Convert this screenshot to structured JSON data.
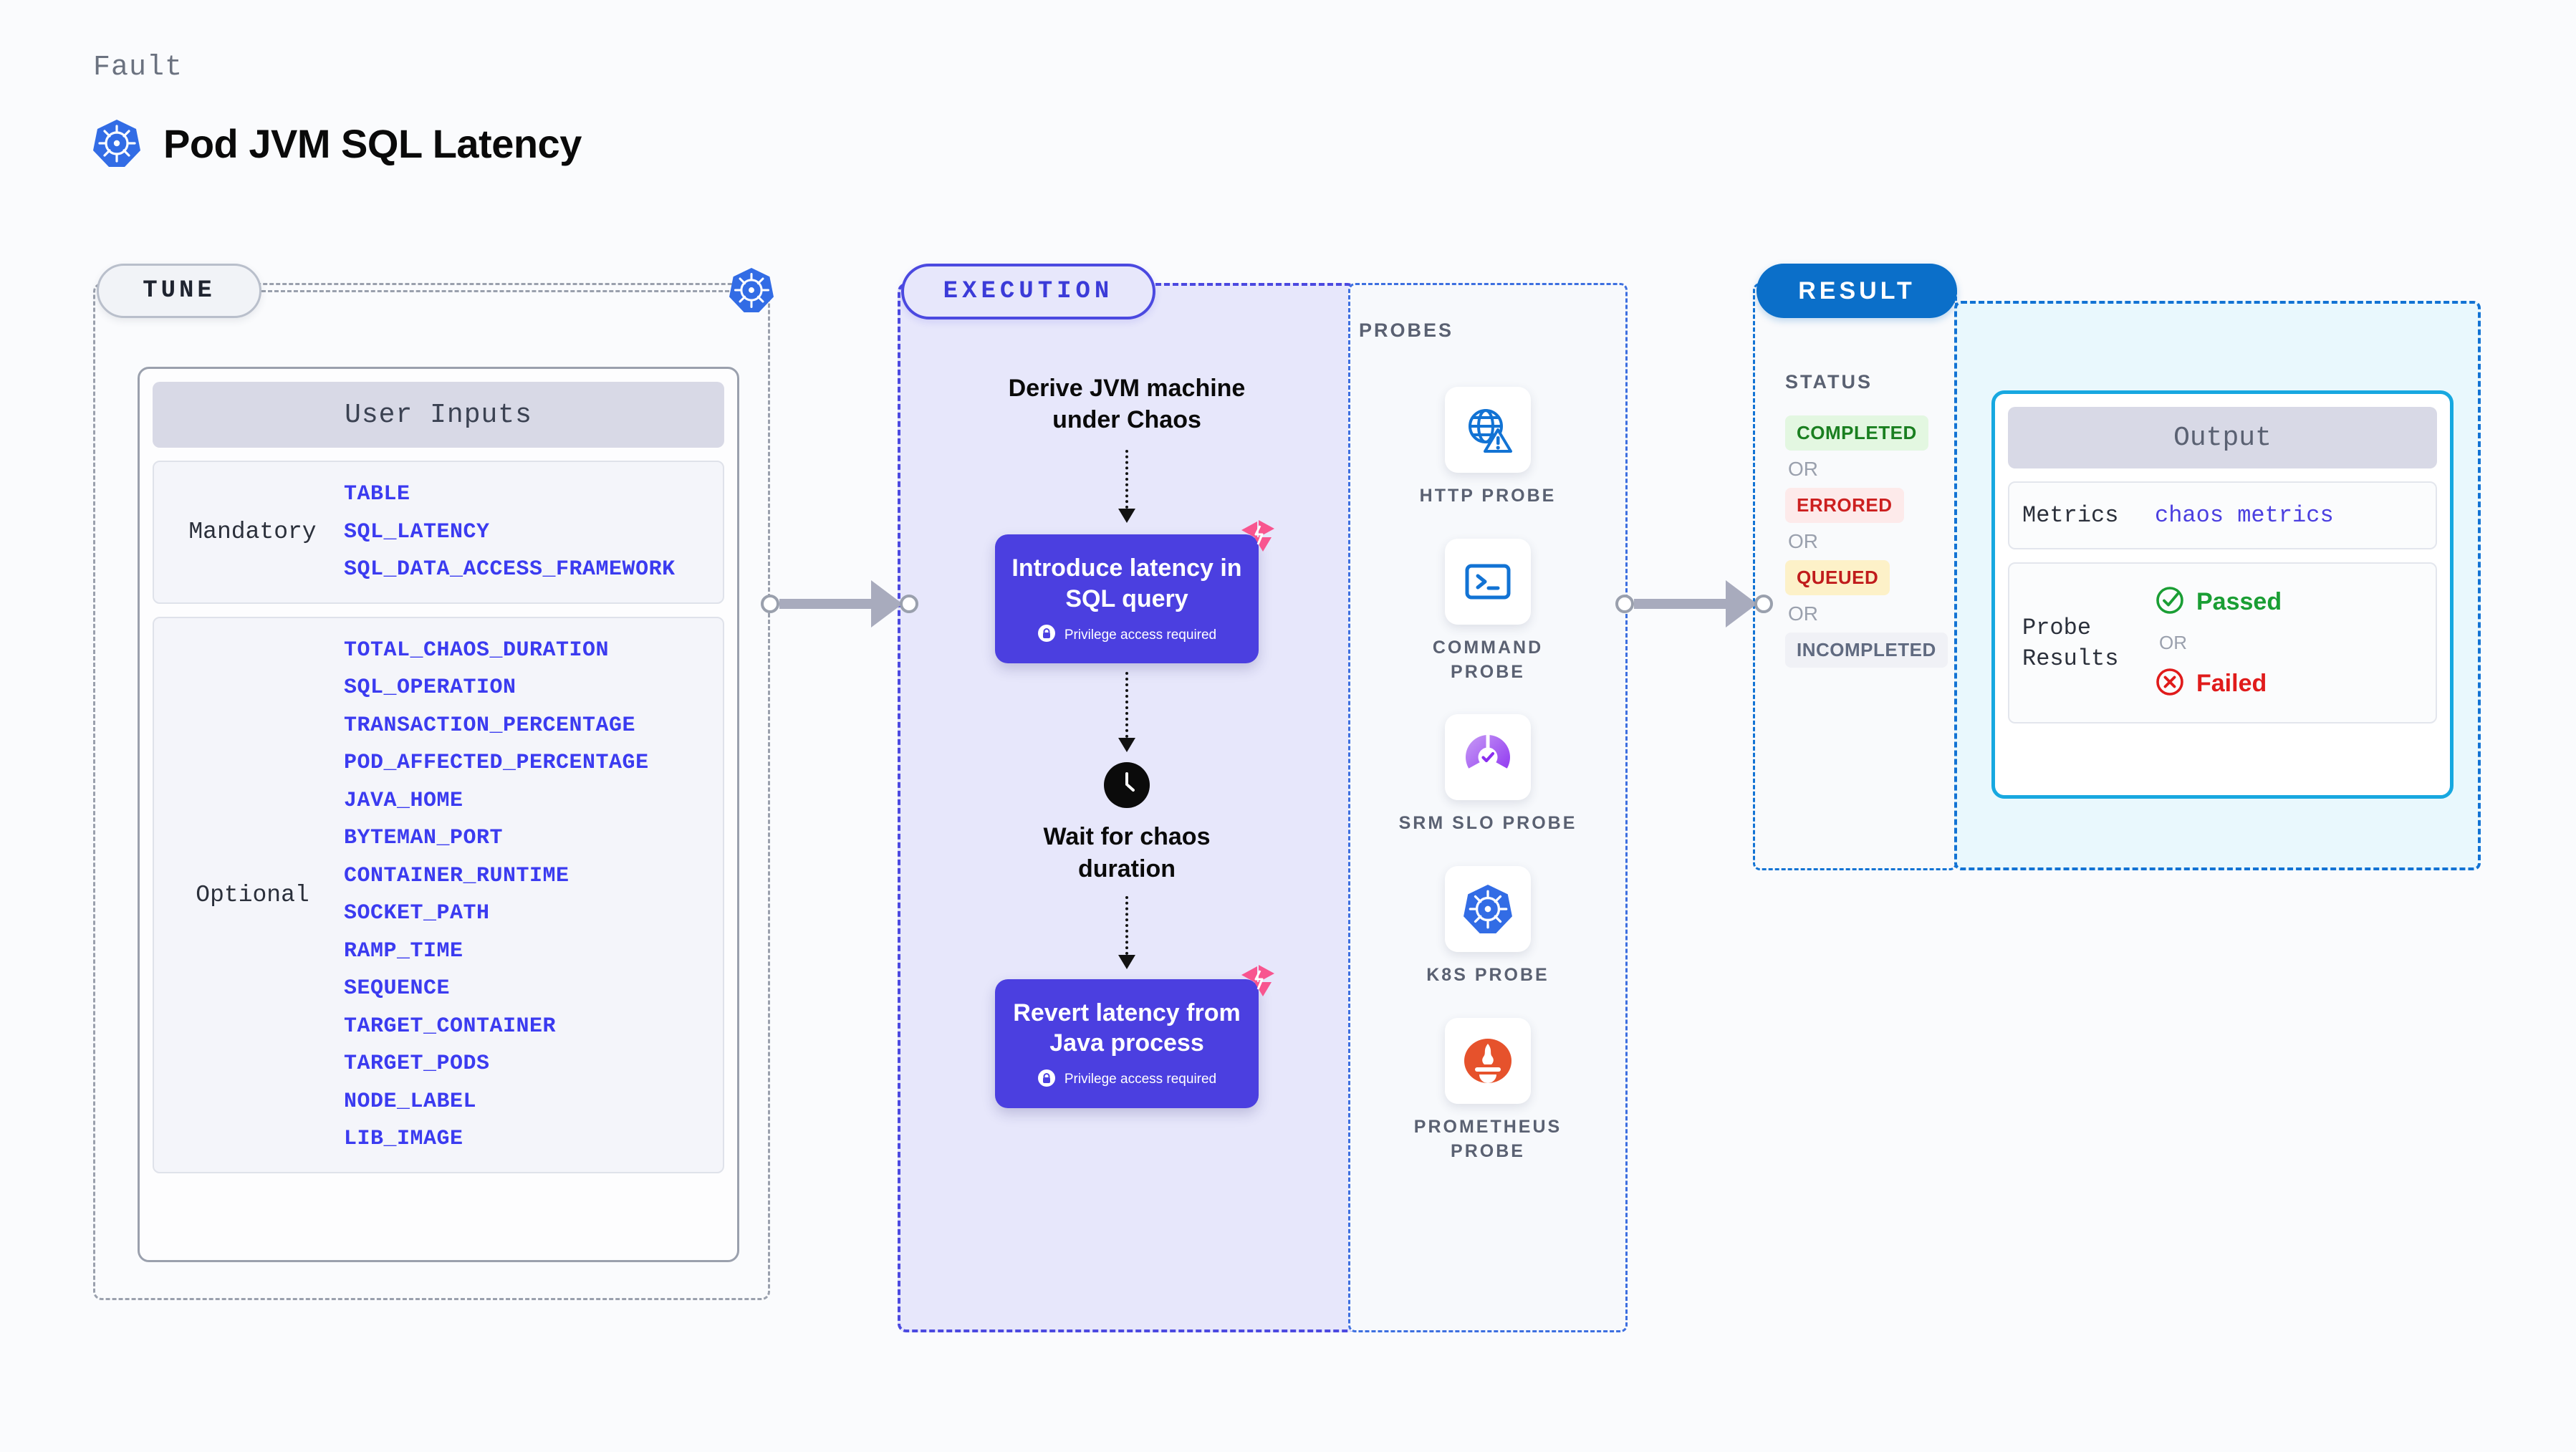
{
  "header": {
    "kicker": "Fault",
    "title": "Pod JVM SQL Latency",
    "icon": "kubernetes-icon"
  },
  "tune": {
    "pill_label": "TUNE",
    "card_title": "User Inputs",
    "groups": [
      {
        "label": "Mandatory",
        "params": [
          "TABLE",
          "SQL_LATENCY",
          "SQL_DATA_ACCESS_FRAMEWORK"
        ]
      },
      {
        "label": "Optional",
        "params": [
          "TOTAL_CHAOS_DURATION",
          "SQL_OPERATION",
          "TRANSACTION_PERCENTAGE",
          "POD_AFFECTED_PERCENTAGE",
          "JAVA_HOME",
          "BYTEMAN_PORT",
          "CONTAINER_RUNTIME",
          "SOCKET_PATH",
          "RAMP_TIME",
          "SEQUENCE",
          "TARGET_CONTAINER",
          "TARGET_PODS",
          "NODE_LABEL",
          "LIB_IMAGE"
        ]
      }
    ]
  },
  "execution": {
    "pill_label": "EXECUTION",
    "step1_text": "Derive JVM machine under Chaos",
    "card1_title": "Introduce latency in SQL query",
    "card1_note": "Privilege access required",
    "wait_text": "Wait for chaos duration",
    "card2_title": "Revert latency from Java process",
    "card2_note": "Privilege access required"
  },
  "probes": {
    "title": "PROBES",
    "items": [
      {
        "name": "HTTP PROBE",
        "icon": "globe-warning-icon"
      },
      {
        "name": "COMMAND PROBE",
        "icon": "terminal-icon"
      },
      {
        "name": "SRM SLO PROBE",
        "icon": "slo-gauge-check-icon"
      },
      {
        "name": "K8S PROBE",
        "icon": "kubernetes-icon"
      },
      {
        "name": "PROMETHEUS PROBE",
        "icon": "prometheus-flame-icon"
      }
    ]
  },
  "result": {
    "pill_label": "RESULT",
    "status_title": "STATUS",
    "or_label": "OR",
    "statuses": [
      {
        "label": "COMPLETED",
        "color": "#1a7f20",
        "bg": "#e3f7e1"
      },
      {
        "label": "ERRORED",
        "color": "#cc1f1f",
        "bg": "#fdeaea"
      },
      {
        "label": "QUEUED",
        "color": "#c01c1c",
        "bg": "#fdf1c8"
      },
      {
        "label": "INCOMPLETED",
        "color": "#606a80",
        "bg": "#f0f1f6"
      }
    ],
    "output": {
      "title": "Output",
      "metrics_key": "Metrics",
      "metrics_value": "chaos metrics",
      "probe_key": "Probe Results",
      "passed_label": "Passed",
      "or_label": "OR",
      "failed_label": "Failed"
    }
  },
  "colors": {
    "accent_purple": "#4b3fe0",
    "accent_blue": "#0b6fc9",
    "accent_cyan": "#17a8e0",
    "param_blue": "#3b3bf0",
    "badge_pink": "#f8558f",
    "page_bg": "#fafbfd"
  }
}
